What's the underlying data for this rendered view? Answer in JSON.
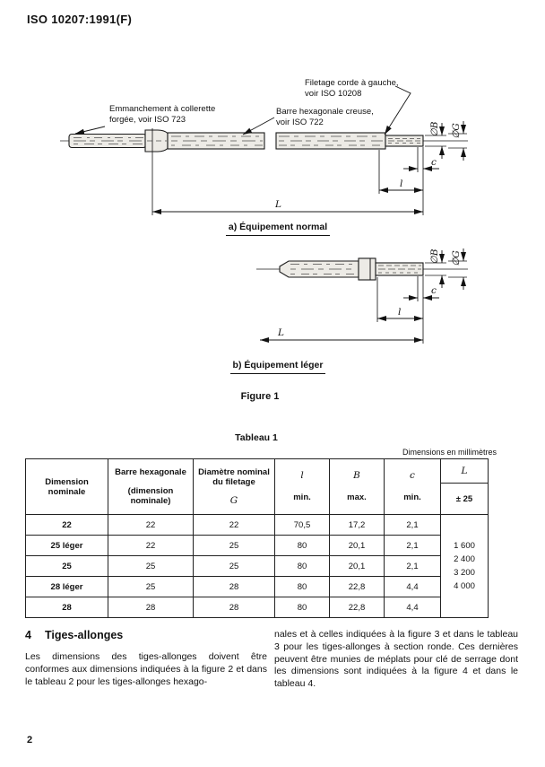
{
  "header": {
    "doc_ref": "ISO 10207:1991(F)"
  },
  "figure1": {
    "caption": "Figure 1",
    "caption_a": "a) Équipement normal",
    "caption_b": "b) Équipement léger",
    "label_shank_1": "Emmanchement à collerette",
    "label_shank_2": "forgée, voir ISO 723",
    "label_hex_1": "Barre hexagonale creuse,",
    "label_hex_2": "voir ISO 722",
    "label_thread_1": "Filetage corde à gauche,",
    "label_thread_2": "voir ISO 10208",
    "dim_b": "∅B",
    "dim_g": "∅G",
    "dim_c": "c",
    "dim_l": "l",
    "dim_L": "L"
  },
  "table1": {
    "title": "Tableau 1",
    "units": "Dimensions en millimètres",
    "col1": "Dimension nominale",
    "col2a": "Barre hexagonale",
    "col2b": "(dimension nominale)",
    "col3a": "Diamètre nominal du filetage",
    "col3sym": "G",
    "col4sym": "l",
    "col4sub": "min.",
    "col5sym": "B",
    "col5sub": "max.",
    "col6sym": "c",
    "col6sub": "min.",
    "col7sym": "L",
    "col7sub": "± 25",
    "rows": [
      [
        "22",
        "22",
        "22",
        "70,5",
        "17,2",
        "2,1"
      ],
      [
        "25 léger",
        "22",
        "25",
        "80",
        "20,1",
        "2,1"
      ],
      [
        "25",
        "25",
        "25",
        "80",
        "20,1",
        "2,1"
      ],
      [
        "28 léger",
        "25",
        "28",
        "80",
        "22,8",
        "4,4"
      ],
      [
        "28",
        "28",
        "28",
        "80",
        "22,8",
        "4,4"
      ]
    ],
    "l_values": [
      "1 600",
      "2 400",
      "3 200",
      "4 000"
    ]
  },
  "section4": {
    "number": "4",
    "title": "Tiges-allonges",
    "para_left": "Les dimensions des tiges-allonges doivent être conformes aux dimensions indiquées à la figure 2 et dans le tableau 2 pour les tiges-allonges hexago-",
    "para_right": "nales et à celles indiquées à la figure 3 et dans le tableau 3 pour les tiges-allonges à section ronde. Ces dernières peuvent être munies de méplats pour clé de serrage dont les dimensions sont indiquées à la figure 4 et dans le tableau 4."
  },
  "footer": {
    "page_number": "2"
  }
}
